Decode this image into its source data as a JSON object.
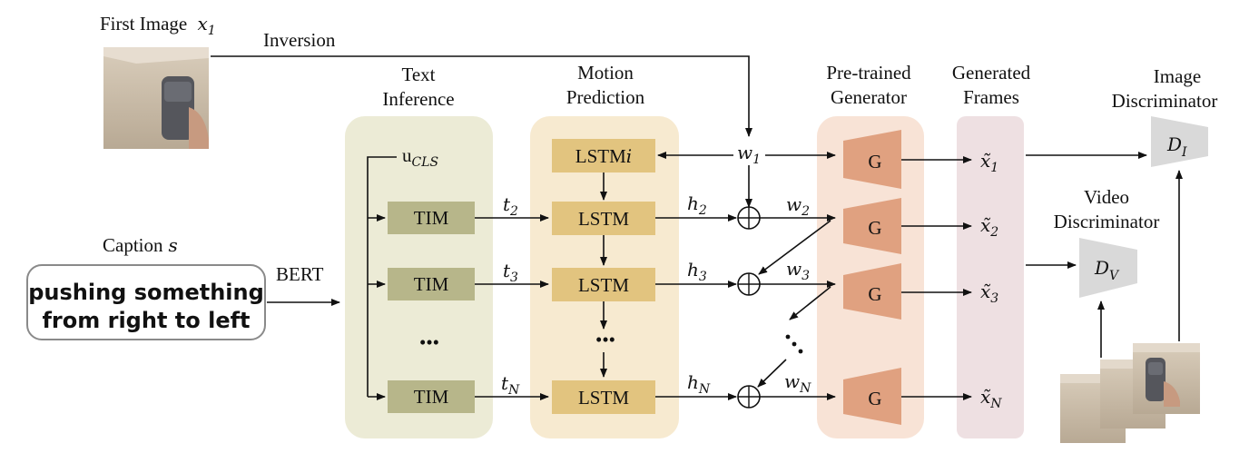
{
  "labels": {
    "first_image": "First Image",
    "first_image_var": "x",
    "first_image_sub": "1",
    "inversion": "Inversion",
    "caption": "Caption",
    "caption_var": "s",
    "caption_text_line1": "pushing something",
    "caption_text_line2": "from right to left",
    "bert": "BERT",
    "text_inference_line1": "Text",
    "text_inference_line2": "Inference",
    "motion_prediction_line1": "Motion",
    "motion_prediction_line2": "Prediction",
    "pretrained_generator_line1": "Pre-trained",
    "pretrained_generator_line2": "Generator",
    "generated_frames_line1": "Generated",
    "generated_frames_line2": "Frames",
    "image_discriminator_line1": "Image",
    "image_discriminator_line2": "Discriminator",
    "video_discriminator_line1": "Video",
    "video_discriminator_line2": "Discriminator"
  },
  "text_inference": {
    "ucls_main": "u",
    "ucls_sub": "CLS",
    "tim_label": "TIM",
    "dots": "•••"
  },
  "motion": {
    "lstm_i_main": "LSTM",
    "lstm_i_suffix": "i",
    "lstm_label": "LSTM",
    "dots": "•••"
  },
  "tokens": {
    "t2": "t",
    "t2_sub": "2",
    "t3": "t",
    "t3_sub": "3",
    "tN": "t",
    "tN_sub": "N",
    "h2": "h",
    "h2_sub": "2",
    "h3": "h",
    "h3_sub": "3",
    "hN": "h",
    "hN_sub": "N",
    "w1": "w",
    "w1_sub": "1",
    "w2": "w",
    "w2_sub": "2",
    "w3": "w",
    "w3_sub": "3",
    "wN": "w",
    "wN_sub": "N"
  },
  "generator": {
    "label": "G"
  },
  "frames": {
    "x1": "x̃",
    "x1_sub": "1",
    "x2": "x̃",
    "x2_sub": "2",
    "x3": "x̃",
    "x3_sub": "3",
    "xN": "x̃",
    "xN_sub": "N"
  },
  "discriminators": {
    "di_main": "D",
    "di_sub": "I",
    "dv_main": "D",
    "dv_sub": "V"
  },
  "colors": {
    "text_inference_bg": "#ecebd6",
    "motion_bg": "#f7ead0",
    "generator_bg": "#f8e3d6",
    "frames_bg": "#eee0e2",
    "tim_box": "#b7b68a",
    "lstm_box": "#e2c47f",
    "generator_shape": "#e0a180",
    "discriminator_shape": "#d9d9d9"
  }
}
